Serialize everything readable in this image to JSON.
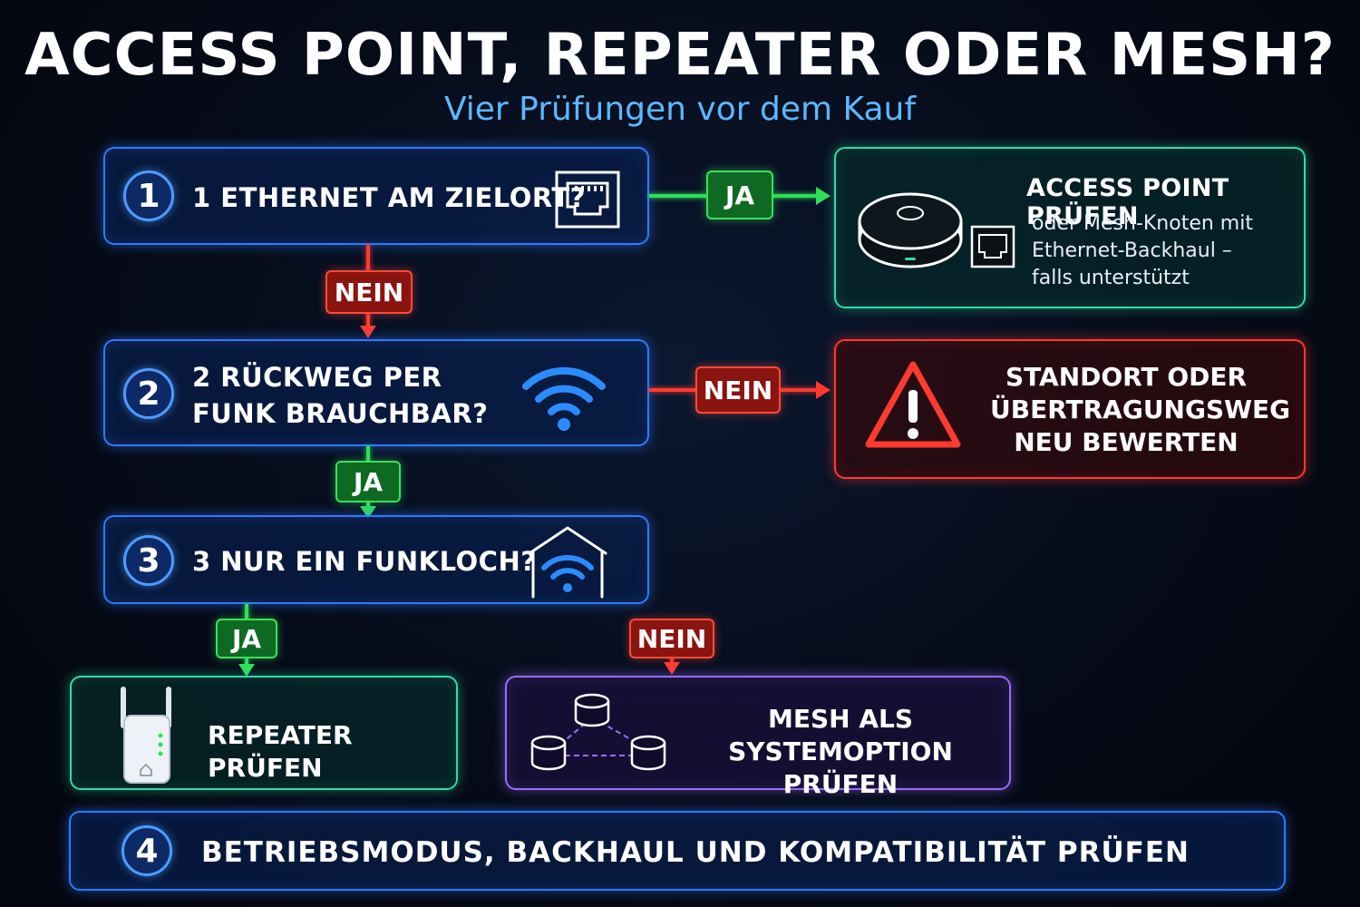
{
  "header": {
    "title": "ACCESS POINT, REPEATER ODER MESH?",
    "subtitle": "Vier Prüfungen vor dem Kauf"
  },
  "steps": [
    {
      "number": "1",
      "question": "1 ETHERNET AM ZIELORT?",
      "icon": "ethernet-port-icon"
    },
    {
      "number": "2",
      "question": "2 RÜCKWEG PER\nFUNK BRAUCHBAR?",
      "icon": "wifi-icon"
    },
    {
      "number": "3",
      "question": "3 NUR EIN FUNKLOCH?",
      "icon": "house-wifi-icon"
    },
    {
      "number": "4",
      "question": "BETRIEBSMODUS, BACKHAUL UND KOMPATIBILITÄT PRÜFEN"
    }
  ],
  "tags": {
    "step1_yes": "JA",
    "step1_no": "NEIN",
    "step2_no": "NEIN",
    "step2_yes": "JA",
    "step3_yes": "JA",
    "step3_no": "NEIN"
  },
  "results": {
    "access_point": {
      "title": "ACCESS POINT PRÜFEN",
      "body": "oder Mesh-Knoten mit\nEthernet-Backhaul –\nfalls unterstützt",
      "icon": "access-point-icon",
      "color": "#29e0a4"
    },
    "reevaluate": {
      "text": "STANDORT ODER\nÜBERTRAGUNGSWEG\nNEU BEWERTEN",
      "icon": "warning-icon",
      "color": "#ff3a30"
    },
    "repeater": {
      "text": "REPEATER PRÜFEN",
      "icon": "repeater-icon",
      "color": "#29e0a4"
    },
    "mesh": {
      "text": "MESH ALS\nSYSTEMOPTION PRÜFEN",
      "icon": "mesh-nodes-icon",
      "color": "#9b6cff"
    }
  },
  "colors": {
    "yes": "#2ee05a",
    "no": "#ff3a30",
    "step": "#2f7bff"
  }
}
